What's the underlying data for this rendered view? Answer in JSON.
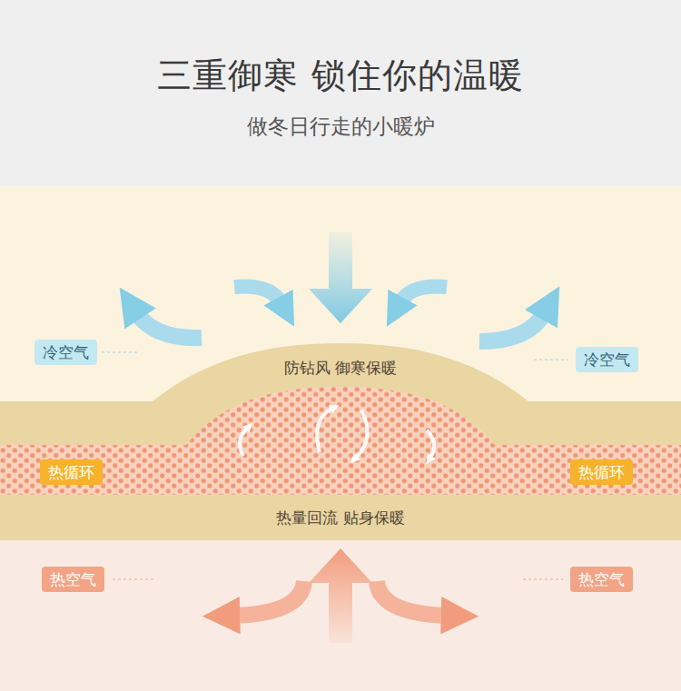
{
  "diagram": {
    "title": "三重御寒 锁住你的温暖",
    "nodes": [
      {
        "text": [
          "冷空气"
        ]
      },
      {
        "text": [
          "冷空气"
        ]
      },
      {
        "text": [
          "防钻风 御寒保暖",
          "热量回流 贴身保暖"
        ]
      },
      {
        "text": [
          "热循环"
        ],
        "in": 2
      },
      {
        "text": [
          "热循环"
        ],
        "in": 2
      },
      {
        "text": [
          "热空气"
        ]
      },
      {
        "text": [
          "热空气"
        ]
      }
    ],
    "labels": [
      "做冬日行走的小暖炉"
    ]
  }
}
